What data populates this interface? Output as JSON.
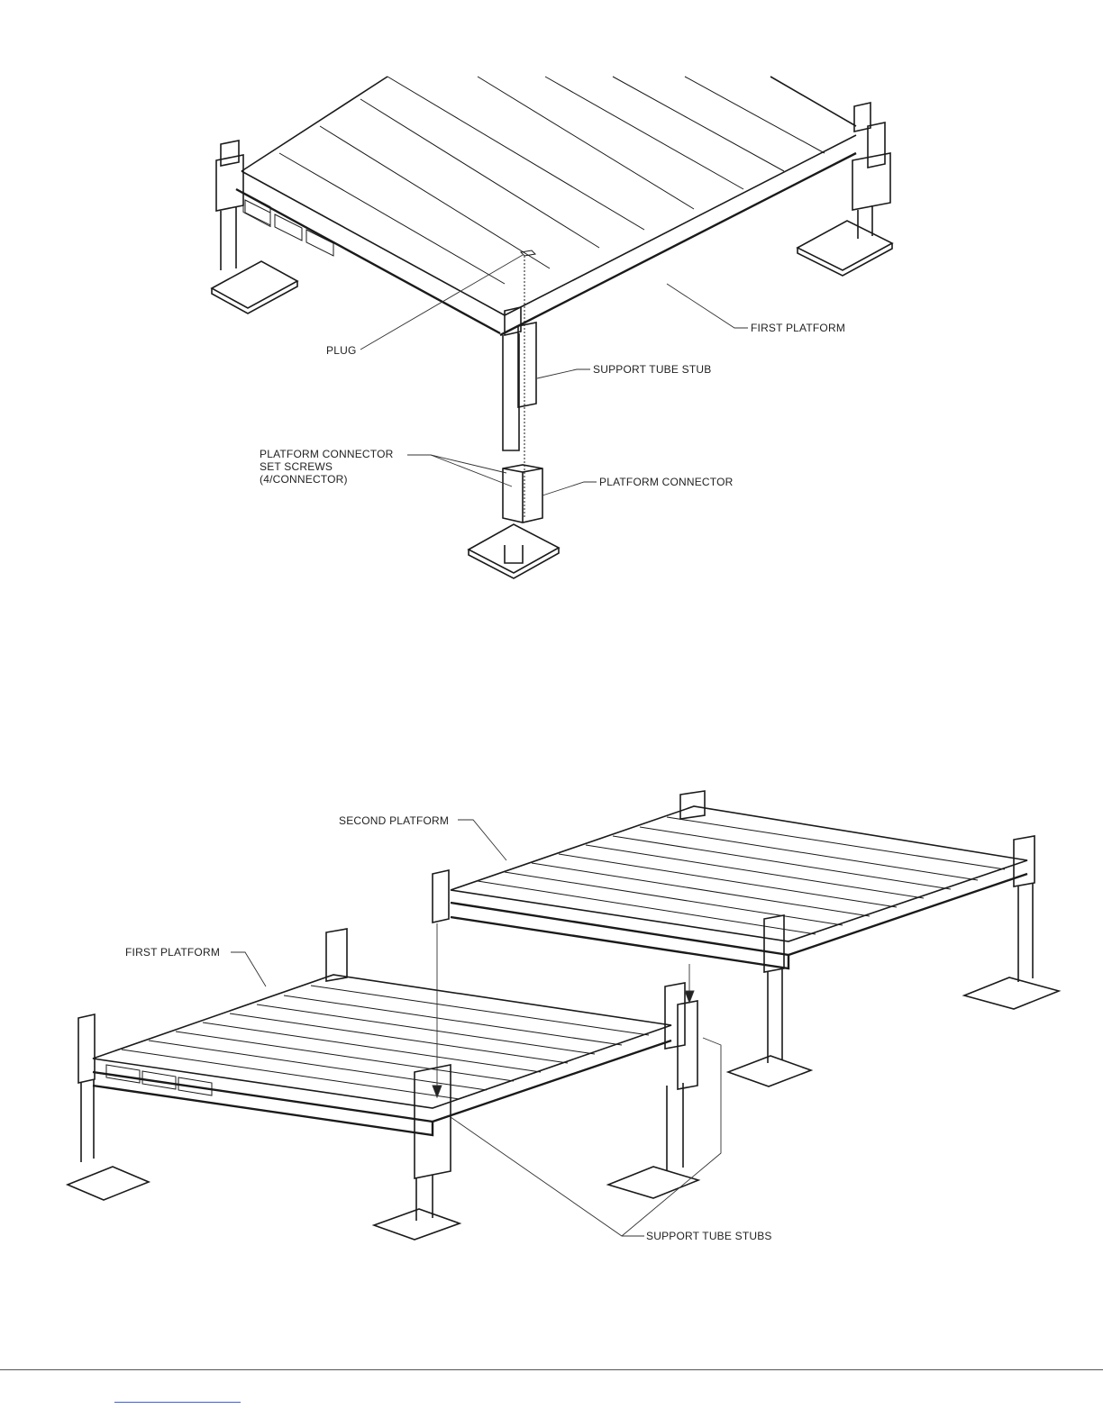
{
  "figure1": {
    "labels": {
      "first_platform": "FIRST PLATFORM",
      "plug": "PLUG",
      "support_tube_stub": "SUPPORT TUBE STUB",
      "set_screws_line1": "PLATFORM CONNECTOR",
      "set_screws_line2": "SET SCREWS",
      "set_screws_line3": "(4/CONNECTOR)",
      "platform_connector": "PLATFORM CONNECTOR"
    }
  },
  "figure2": {
    "labels": {
      "second_platform": "SECOND PLATFORM",
      "first_platform": "FIRST PLATFORM",
      "support_tube_stubs": "SUPPORT TUBE STUBS"
    }
  }
}
